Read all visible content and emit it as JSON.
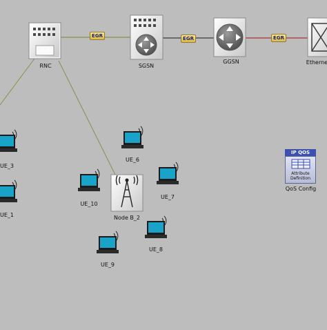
{
  "diagram": {
    "links": [
      {
        "from": "rnc",
        "to": "sgsn",
        "label": "EGR",
        "color": "#8a8f4a"
      },
      {
        "from": "sgsn",
        "to": "ggsn",
        "label": "EGR",
        "color": "#3a3a3a"
      },
      {
        "from": "ggsn",
        "to": "ethernet",
        "label": "EGR",
        "color": "#a83232"
      }
    ],
    "wireless_links": [
      {
        "from": "rnc",
        "to": "nodeb",
        "color": "#8a8f4a"
      },
      {
        "from": "rnc",
        "to": "offscreen-left",
        "color": "#8a8f4a"
      }
    ],
    "nodes": {
      "rnc": {
        "label": "RNC",
        "kind": "building"
      },
      "sgsn": {
        "label": "SGSN",
        "kind": "building-router"
      },
      "ggsn": {
        "label": "GGSN",
        "kind": "router"
      },
      "ethernet": {
        "label": "Ethernet",
        "kind": "switch"
      },
      "nodeb": {
        "label": "Node B_2",
        "kind": "tower"
      },
      "qos": {
        "label": "QoS Config",
        "kind": "config",
        "badge": "IP QOS",
        "text_line1": "Attribute",
        "text_line2": "Definition"
      }
    },
    "laptops": [
      {
        "id": "ue_3",
        "label": "UE_3"
      },
      {
        "id": "ue_1",
        "label": "UE_1"
      },
      {
        "id": "ue_6",
        "label": "UE_6"
      },
      {
        "id": "ue_10",
        "label": "UE_10"
      },
      {
        "id": "ue_7",
        "label": "UE_7"
      },
      {
        "id": "ue_8",
        "label": "UE_8"
      },
      {
        "id": "ue_9",
        "label": "UE_9"
      }
    ]
  }
}
